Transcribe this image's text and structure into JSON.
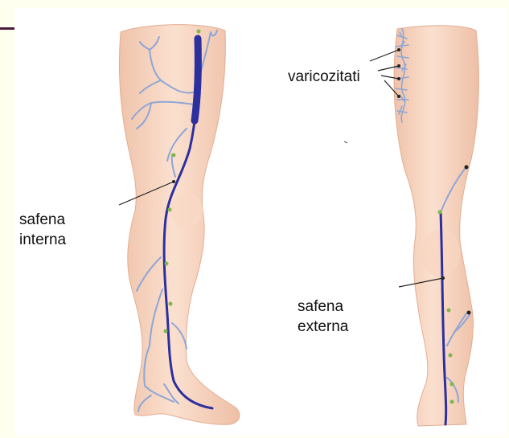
{
  "labels": {
    "safena_interna_line1": "safena",
    "safena_interna_line2": "interna",
    "varicozitati": "varicozitati",
    "safena_externa_line1": "safena",
    "safena_externa_line2": "externa"
  },
  "colors": {
    "page_border": "#fffff0",
    "accent": "#4a1a3a",
    "skin": "#f6d2bd",
    "skin_shadow": "#e7b49b",
    "main_vein": "#2c2f9e",
    "minor_vein": "#8fa6d6",
    "marker": "#7cb84a",
    "pointer": "#222222"
  }
}
